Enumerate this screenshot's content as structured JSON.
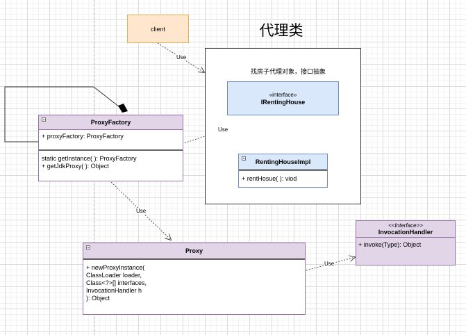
{
  "diagram": {
    "title": "代理类",
    "nodes": {
      "client": {
        "label": "client",
        "fill": "#ffe6cc",
        "stroke": "#d6b656"
      },
      "container": {
        "note": "找房子代理对象，接口抽象"
      },
      "irentinghouse": {
        "stereotype": "«interface»",
        "name": "IRentingHouse",
        "fill": "#dae8fc",
        "stroke": "#6c8ebf"
      },
      "rentinghouseimpl": {
        "name": "RentingHouseImpl",
        "operations": [
          "+ rentHosue( ): viod"
        ]
      },
      "proxyfactory": {
        "name": "ProxyFactory",
        "attributes": [
          "+ proxyFactory: ProxyFactory"
        ],
        "operations": [
          "static getInstance( ): ProxyFactory",
          "+ getJdkProxy( ): Object"
        ],
        "fill": "#e1d5e7",
        "stroke": "#9673a6"
      },
      "proxy": {
        "name": "Proxy",
        "operations": [
          "+ newProxyInstance(",
          "ClassLoader loader,",
          "Class<?>[] interfaces,",
          "InvocationHandler h",
          "): Object"
        ]
      },
      "invocationhandler": {
        "stereotype": "<<Interface>>",
        "name": "InvocationHandler",
        "operations": [
          "+ invoke(Type): Object"
        ]
      }
    },
    "edges": {
      "client_to_container": "Use",
      "proxyfactory_to_interface": "Use",
      "proxyfactory_to_proxy": "Use",
      "proxy_to_invocationhandler": "Use"
    }
  }
}
